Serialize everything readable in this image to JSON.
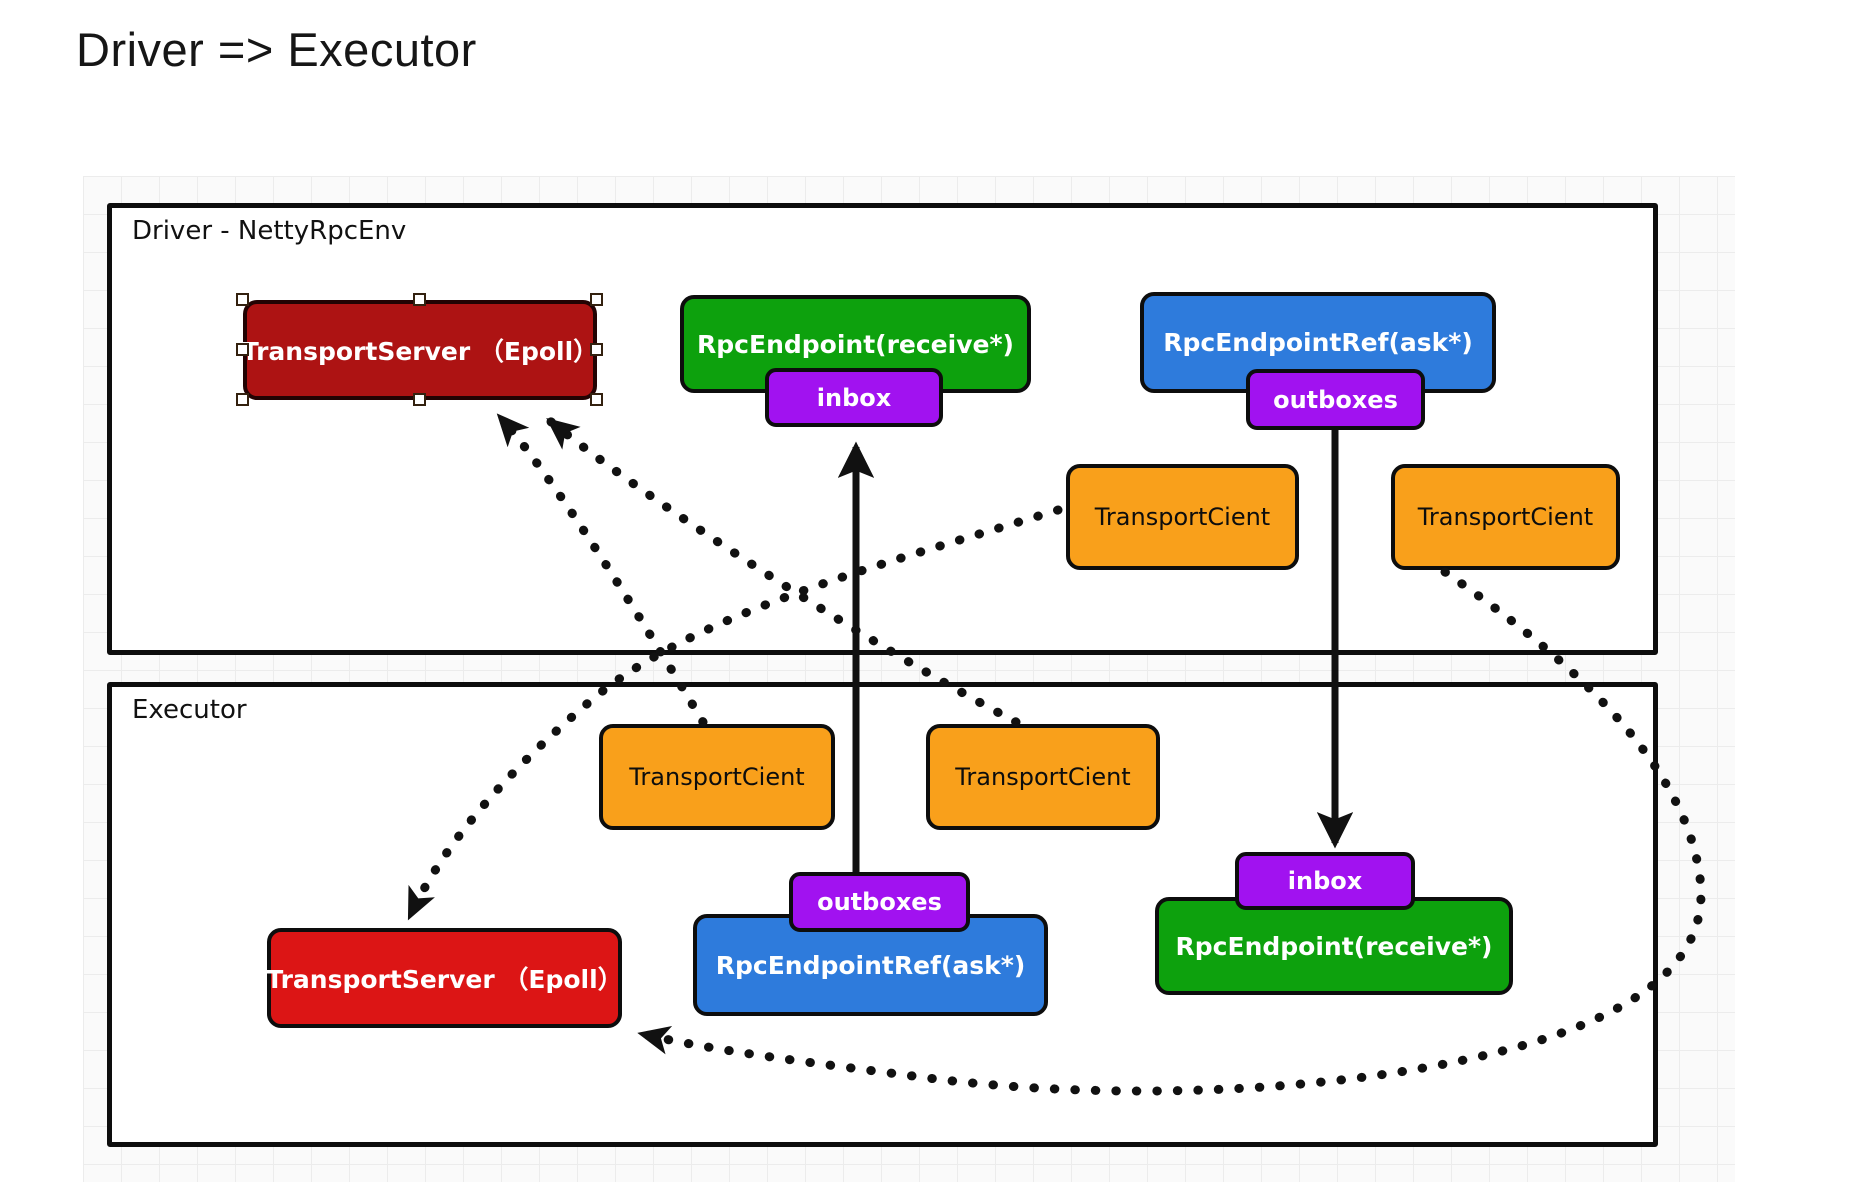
{
  "title": "Driver => Executor",
  "colors": {
    "driver_server_red": "#ad1313",
    "executor_server_red": "#dc1515",
    "endpoint_green": "#0da10d",
    "endpoint_ref_blue": "#2e7bdc",
    "mailbox_purple": "#a112f0",
    "client_orange": "#f9a01b",
    "edge_black": "#111111"
  },
  "driver": {
    "label": "Driver - NettyRpcEnv",
    "transport_server": "TransportServer （Epoll）",
    "rpc_endpoint": "RpcEndpoint(receive*)",
    "inbox": "inbox",
    "rpc_endpoint_ref": "RpcEndpointRef(ask*)",
    "outboxes": "outboxes",
    "transport_client_1": "TransportCient",
    "transport_client_2": "TransportCient"
  },
  "executor": {
    "label": "Executor",
    "transport_server": "TransportServer （Epoll）",
    "rpc_endpoint": "RpcEndpoint(receive*)",
    "inbox": "inbox",
    "rpc_endpoint_ref": "RpcEndpointRef(ask*)",
    "outboxes": "outboxes",
    "transport_client_1": "TransportCient",
    "transport_client_2": "TransportCient"
  },
  "edges": [
    {
      "id": "exec-tc1-to-driver-ts",
      "from": "executor.transport_client_1",
      "to": "driver.transport_server",
      "style": "dotted"
    },
    {
      "id": "exec-tc2-to-driver-ts",
      "from": "executor.transport_client_2",
      "to": "driver.transport_server",
      "style": "dotted"
    },
    {
      "id": "driver-tc1-to-exec-ts",
      "from": "driver.transport_client_1",
      "to": "executor.transport_server",
      "style": "dotted"
    },
    {
      "id": "driver-tc2-to-exec-ts",
      "from": "driver.transport_client_2",
      "to": "executor.transport_server",
      "style": "dotted"
    },
    {
      "id": "driver-outboxes-to-exec-inbox",
      "from": "driver.outboxes",
      "to": "executor.inbox",
      "style": "solid"
    },
    {
      "id": "exec-outboxes-to-driver-inbox",
      "from": "executor.outboxes",
      "to": "driver.inbox",
      "style": "solid"
    }
  ]
}
